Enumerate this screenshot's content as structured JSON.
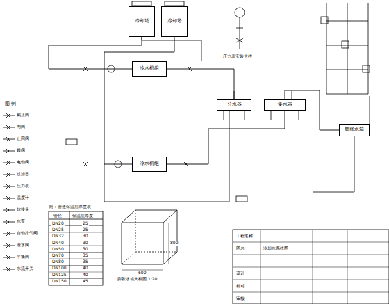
{
  "diagram": {
    "nodes": [
      {
        "text": [
          "冷却塔"
        ]
      },
      {
        "text": [
          "冷却塔"
        ]
      },
      {
        "text": [
          "冷水机组"
        ]
      },
      {
        "text": [
          "冷水机组"
        ]
      },
      {
        "text": [
          "分水器"
        ]
      },
      {
        "text": [
          "集水器"
        ]
      },
      {
        "text": [
          "膨胀水箱"
        ]
      }
    ],
    "edges": [
      {
        "from": 0,
        "to": 2,
        "arrow": "none"
      },
      {
        "from": 1,
        "to": 3,
        "arrow": "none"
      },
      {
        "from": 2,
        "to": 4,
        "arrow": "none"
      },
      {
        "from": 3,
        "to": 5,
        "arrow": "none"
      },
      {
        "from": 6,
        "to": 5,
        "arrow": "none"
      }
    ],
    "labels": [
      "图 例",
      "附：管道保温层厚度表",
      "管径",
      "保温层厚度",
      "DN20",
      "25",
      "DN25",
      "25",
      "DN32",
      "30",
      "DN40",
      "30",
      "DN50",
      "30",
      "DN70",
      "35",
      "DN80",
      "35",
      "DN100",
      "40",
      "DN125",
      "40",
      "DN150",
      "45",
      "压力表安装大样",
      "膨胀水箱大样图 1:20",
      "800",
      "600",
      "工程名称",
      "图名",
      "冷却水系统图",
      "设计",
      "校对",
      "审核"
    ],
    "legend": [
      {
        "text": "截止阀"
      },
      {
        "text": "闸阀"
      },
      {
        "text": "止回阀"
      },
      {
        "text": "蝶阀"
      },
      {
        "text": "电动阀"
      },
      {
        "text": "过滤器"
      },
      {
        "text": "压力表"
      },
      {
        "text": "温度计"
      },
      {
        "text": "软接头"
      },
      {
        "text": "水泵"
      },
      {
        "text": "自动排气阀"
      },
      {
        "text": "泄水阀"
      },
      {
        "text": "平衡阀"
      },
      {
        "text": "水流开关"
      }
    ]
  }
}
